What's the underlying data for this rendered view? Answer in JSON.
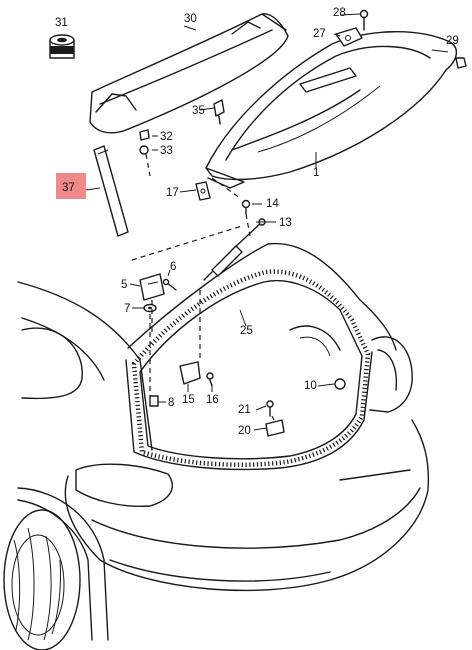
{
  "callouts": {
    "c1": "1",
    "c5": "5",
    "c6": "6",
    "c7": "7",
    "c8": "8",
    "c10": "10",
    "c13": "13",
    "c14": "14",
    "c15": "15",
    "c16": "16",
    "c17": "17",
    "c20": "20",
    "c21": "21",
    "c25": "25",
    "c27": "27",
    "c28": "28",
    "c29": "29",
    "c30": "30",
    "c31": "31",
    "c32": "32",
    "c33": "33",
    "c35": "35",
    "c37": "37"
  },
  "highlight": {
    "part": "37",
    "color": "#f08a8a"
  }
}
